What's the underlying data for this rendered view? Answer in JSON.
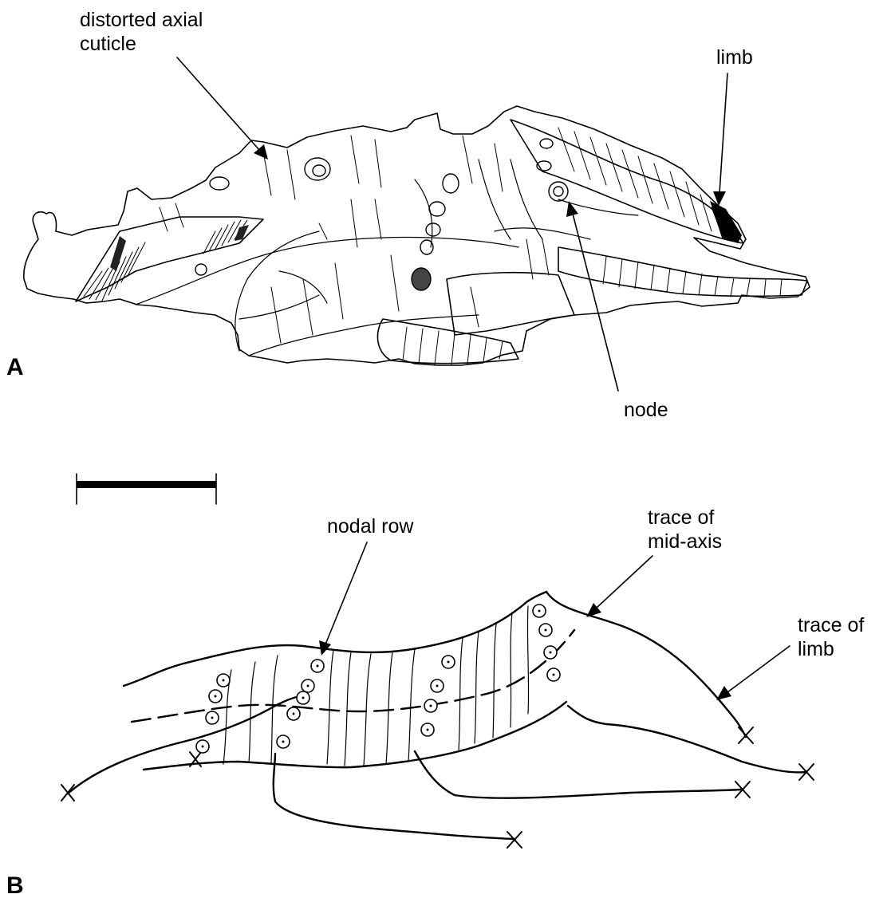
{
  "figure": {
    "panel_a": {
      "letter": "A",
      "labels": {
        "distorted_axial_cuticle": [
          "distorted axial",
          "cuticle"
        ],
        "limb": "limb",
        "node": "node"
      }
    },
    "panel_b": {
      "letter": "B",
      "labels": {
        "nodal_row": "nodal row",
        "trace_of_mid_axis": [
          "trace of",
          "mid-axis"
        ],
        "trace_of_limb": [
          "trace of",
          "limb"
        ]
      }
    },
    "colors": {
      "ink": "#000000",
      "background": "#ffffff"
    }
  }
}
